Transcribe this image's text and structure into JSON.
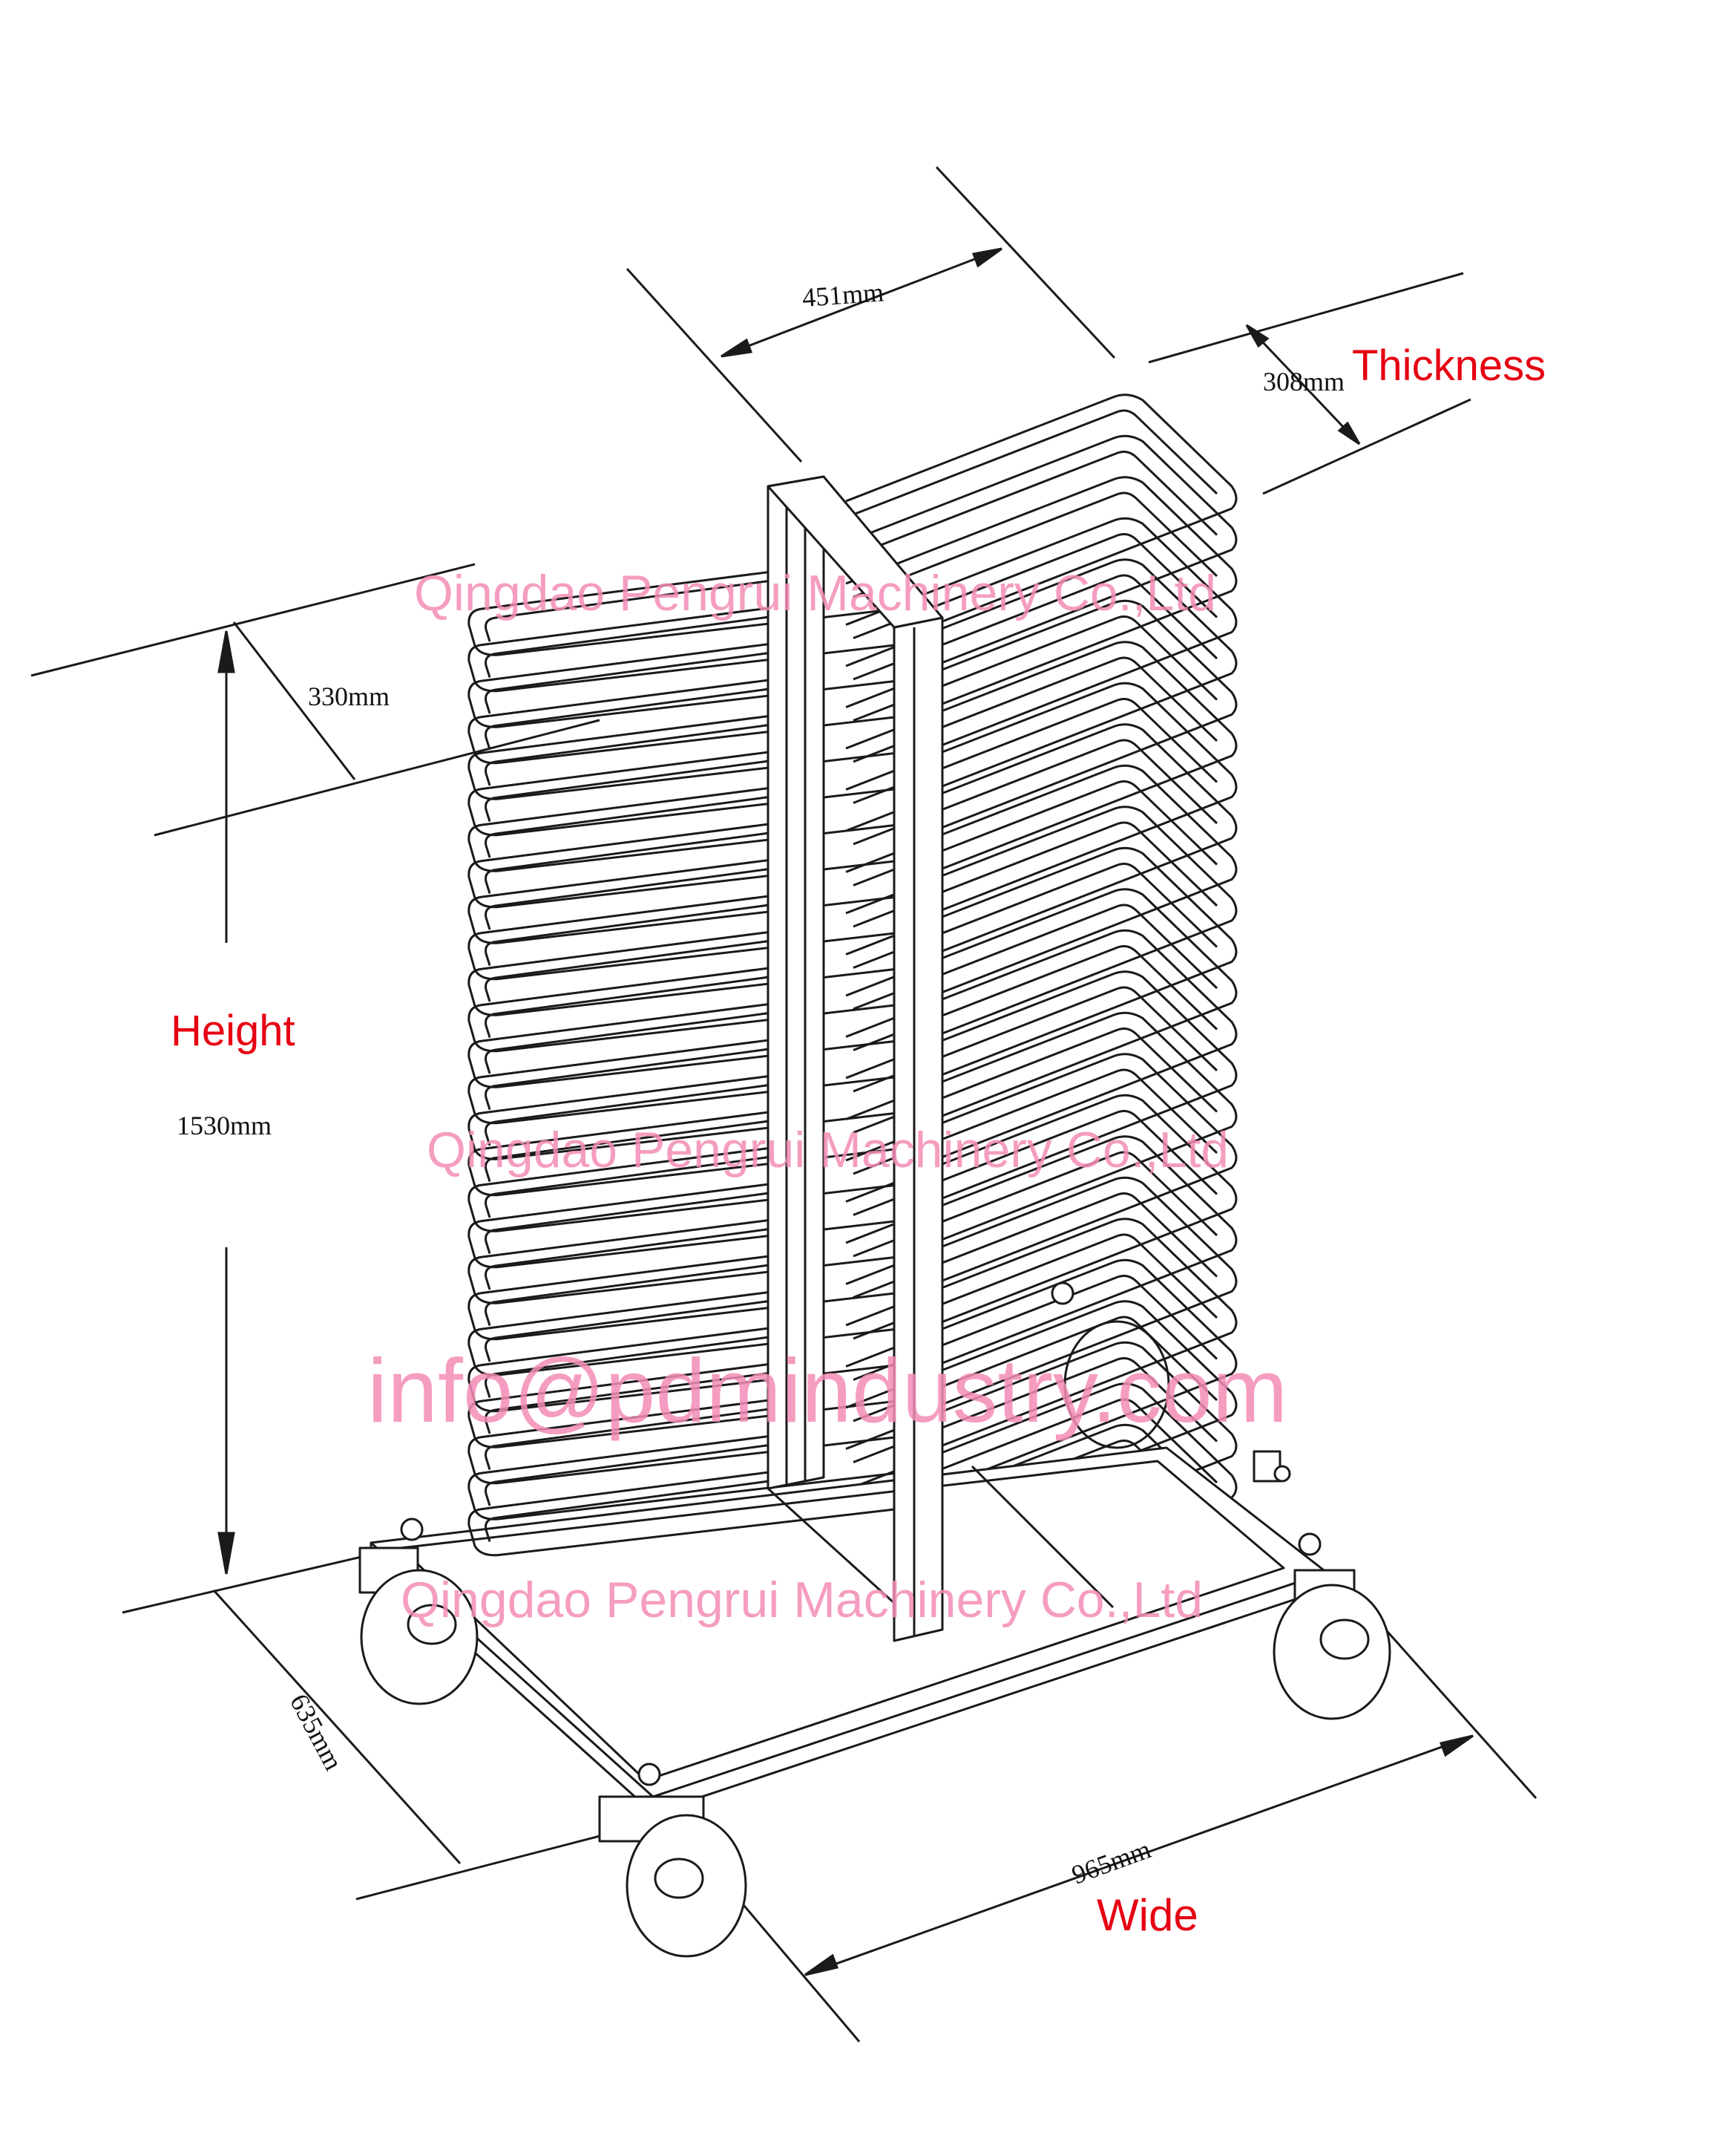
{
  "dimensions": {
    "width_451": "451mm",
    "thickness_308": "308mm",
    "spacing_330": "330mm",
    "height_1530": "1530mm",
    "depth_635": "635mm",
    "wide_965": "965mm"
  },
  "labels": {
    "thickness": "Thickness",
    "height": "Height",
    "wide": "Wide"
  },
  "watermarks": {
    "company_top": "Qingdao Pengrui Machinery Co.,Ltd",
    "company_mid": "Qingdao Pengrui Machinery Co.,Ltd",
    "email": "info@pdmindustry.com",
    "company_bottom": "Qingdao Pengrui Machinery Co.,Ltd"
  },
  "colors": {
    "line": "#1a1a1a",
    "label_red": "#e60012",
    "watermark_pink": "#f48cb6"
  }
}
